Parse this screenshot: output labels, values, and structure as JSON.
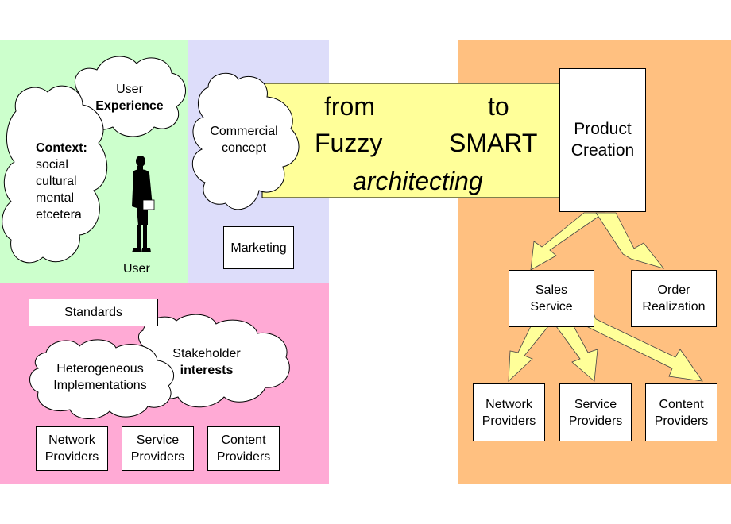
{
  "colors": {
    "green_region": "#ccffcc",
    "lavender_region": "#ddddfa",
    "pink_region": "#ffaad5",
    "orange_region": "#ffc080",
    "banner": "#ffff99",
    "arrow": "#ffff99"
  },
  "clouds": {
    "user_experience": {
      "line1": "User",
      "line2": "Experience"
    },
    "context": {
      "title": "Context:",
      "lines": [
        "social",
        "cultural",
        "mental",
        "etcetera"
      ]
    },
    "commercial": {
      "line1": "Commercial",
      "line2": "concept"
    },
    "heterogeneous": {
      "line1": "Heterogeneous",
      "line2": "Implementations"
    },
    "stakeholder": {
      "line1": "Stakeholder",
      "line2": "interests"
    }
  },
  "user_figure": {
    "icon": "person-silhouette-icon",
    "label": "User"
  },
  "marketing": "Marketing",
  "standards": "Standards",
  "left_providers": {
    "network": [
      "Network",
      "Providers"
    ],
    "service": [
      "Service",
      "Providers"
    ],
    "content": [
      "Content",
      "Providers"
    ]
  },
  "banner": {
    "from": "from",
    "to": "to",
    "fuzzy": "Fuzzy",
    "smart": "SMART",
    "architecting": "architecting"
  },
  "product_creation": [
    "Product",
    "Creation"
  ],
  "sales_service": [
    "Sales",
    "Service"
  ],
  "order_realization": [
    "Order",
    "Realization"
  ],
  "right_providers": {
    "network": [
      "Network",
      "Providers"
    ],
    "service": [
      "Service",
      "Providers"
    ],
    "content": [
      "Content",
      "Providers"
    ]
  }
}
